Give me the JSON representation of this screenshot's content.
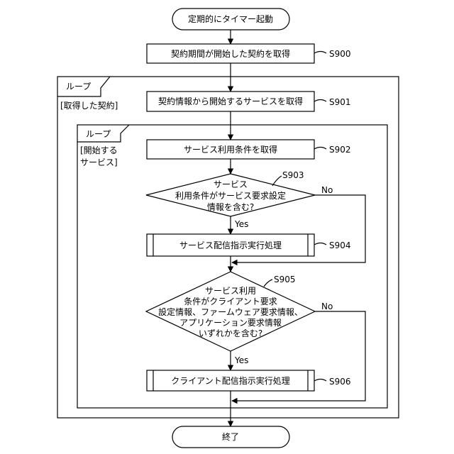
{
  "start": "定期的にタイマー起動",
  "end": "終了",
  "steps": {
    "s900": {
      "id": "S900",
      "label": "契約期間が開始した契約を取得"
    },
    "s901": {
      "id": "S901",
      "label": "契約情報から開始するサービスを取得"
    },
    "s902": {
      "id": "S902",
      "label": "サービス利用条件を取得"
    },
    "s903": {
      "id": "S903",
      "lines": [
        "サービス",
        "利用条件がサービス要求設定",
        "情報を含む?"
      ]
    },
    "s904": {
      "id": "S904",
      "label": "サービス配信指示実行処理"
    },
    "s905": {
      "id": "S905",
      "lines": [
        "サービス利用",
        "条件がクライアント要求",
        "設定情報、ファームウェア要求情報、",
        "アプリケーション要求情報",
        "いずれかを含む?"
      ]
    },
    "s906": {
      "id": "S906",
      "label": "クライアント配信指示実行処理"
    }
  },
  "loops": {
    "outer": {
      "tab": "ループ",
      "cond": "[取得した契約]"
    },
    "inner": {
      "tab": "ループ",
      "cond_lines": [
        "[開始する",
        "サービス]"
      ]
    }
  },
  "branch": {
    "yes": "Yes",
    "no": "No"
  }
}
